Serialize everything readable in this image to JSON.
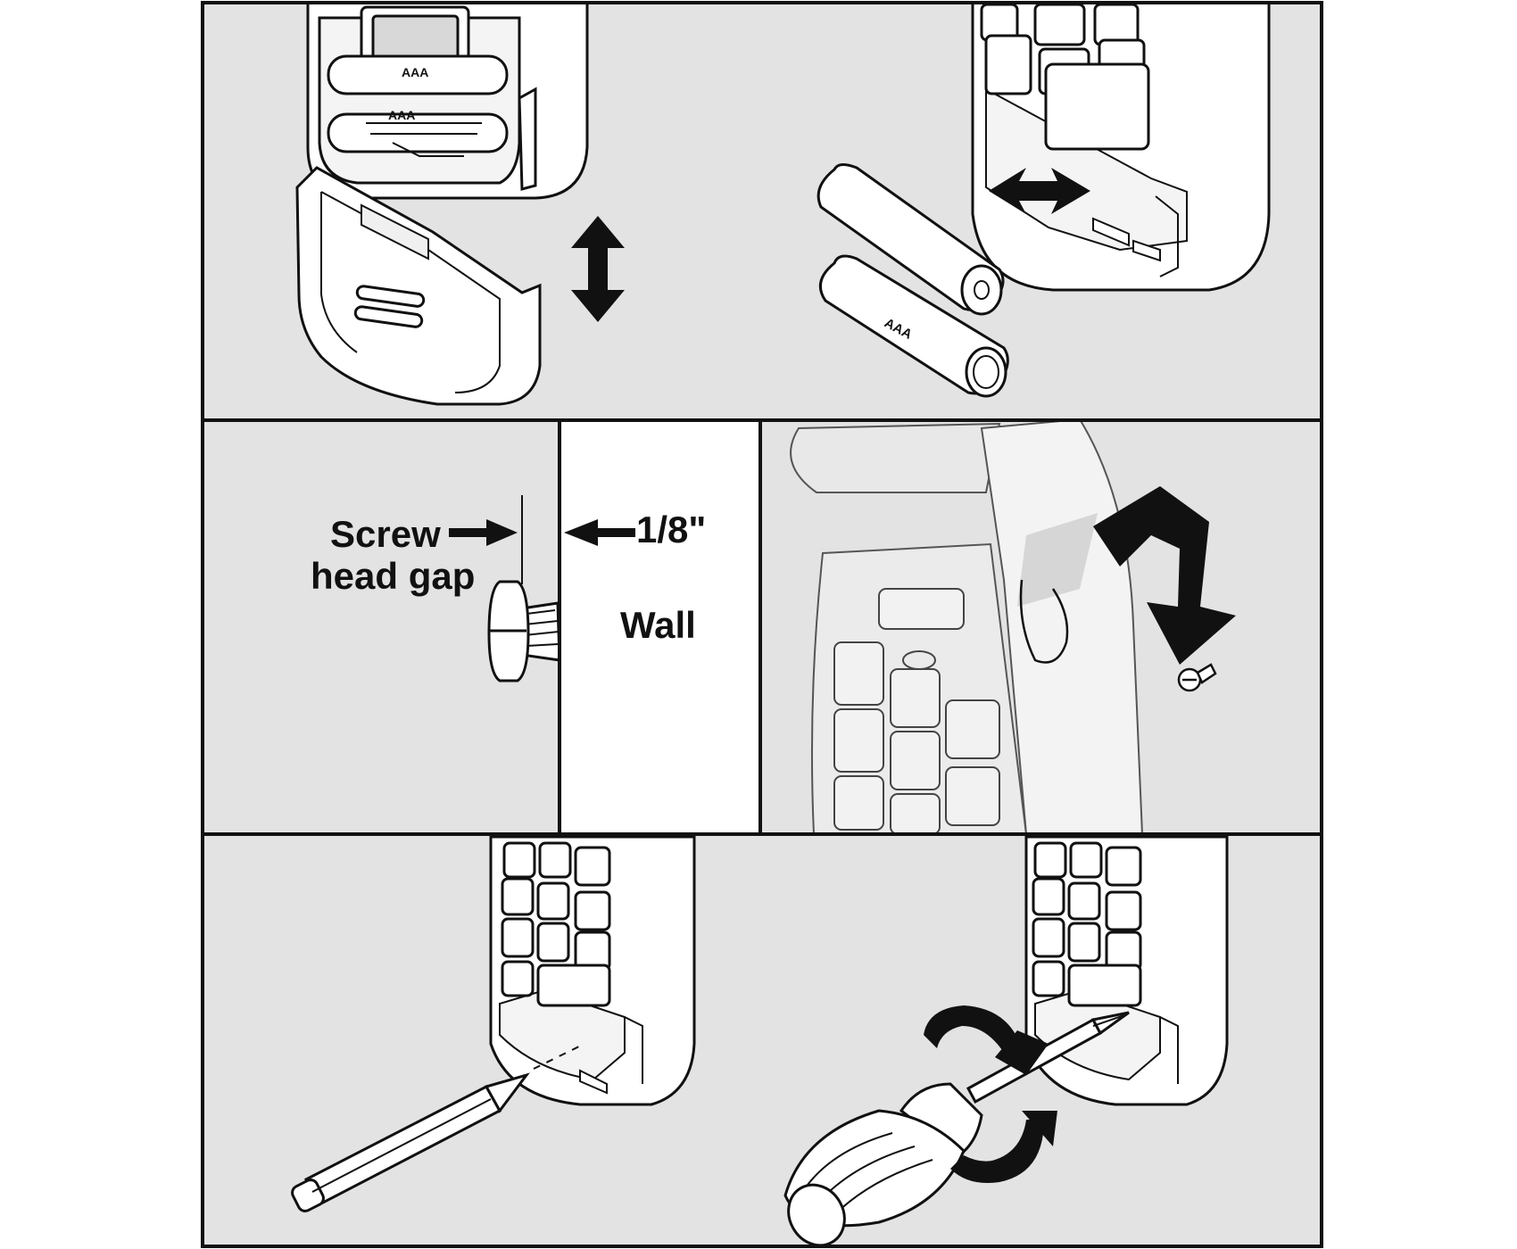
{
  "labels": {
    "screw_line1": "Screw",
    "screw_line2": "head gap",
    "gap_measure": "1/8\"",
    "wall": "Wall",
    "battery_type": "AAA"
  },
  "colors": {
    "panel_bg": "#e3e3e3",
    "wall_bg": "#ffffff",
    "line": "#111111",
    "device_fill": "#ffffff",
    "arrow": "#111111",
    "key_shade": "#d6d6d6"
  },
  "icons": {
    "vertical_arrow": "double-arrow-vertical-icon",
    "horizontal_arrow": "double-arrow-horizontal-icon",
    "mount_arrow": "bent-arrow-icon",
    "rotate_arrow": "rotation-arrow-icon"
  }
}
